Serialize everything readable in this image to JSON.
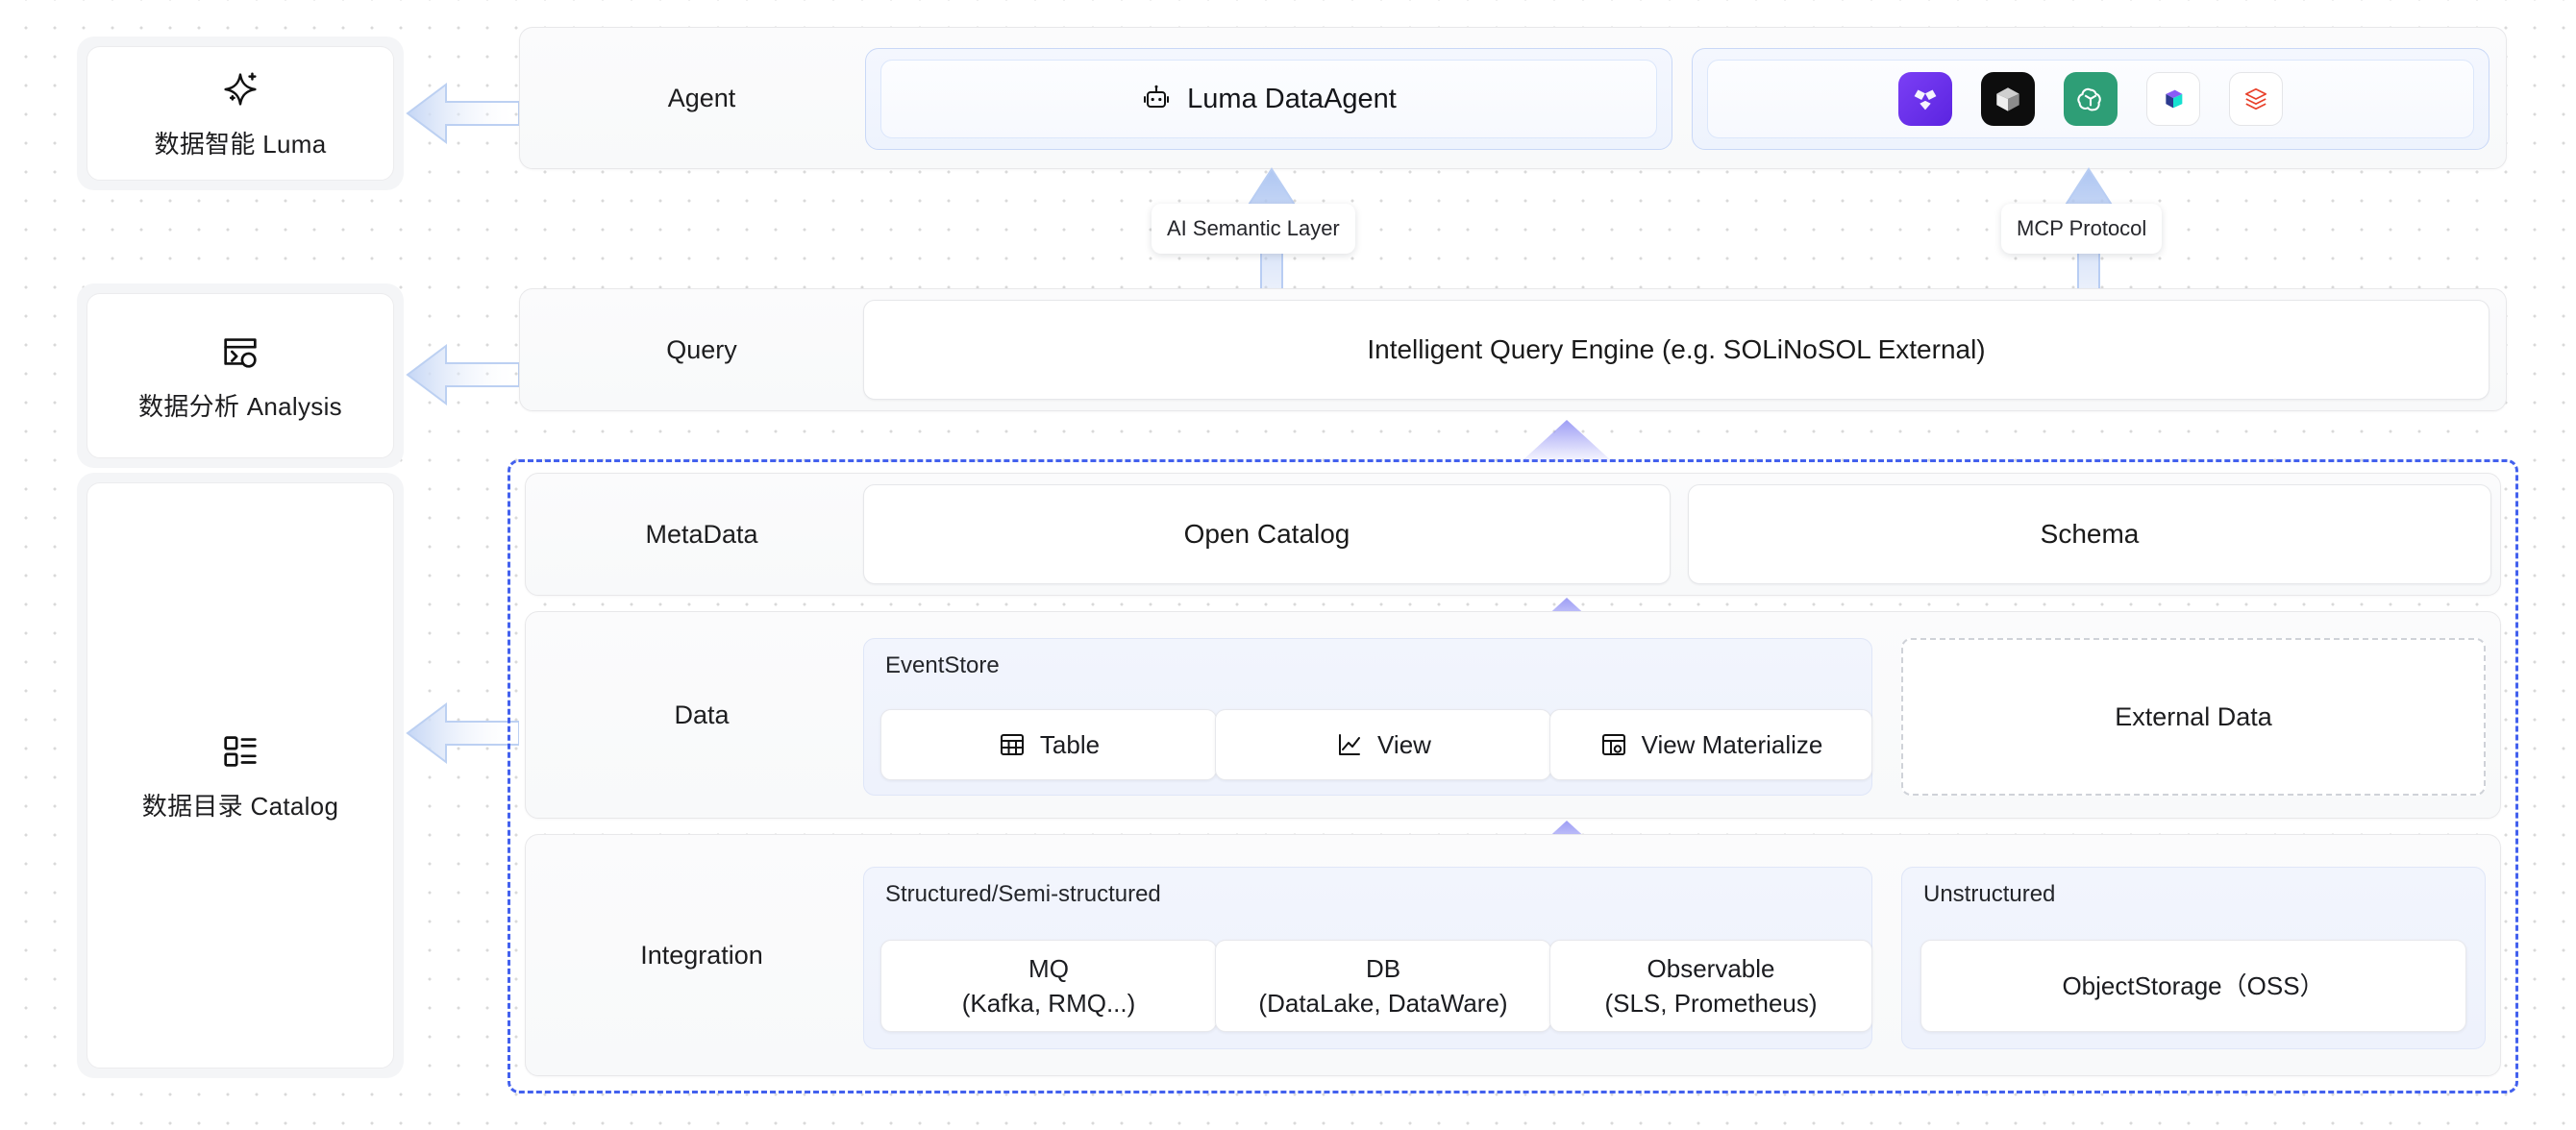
{
  "sidebar": {
    "items": [
      {
        "label": "数据智能 Luma",
        "icon": "sparkle-icon"
      },
      {
        "label": "数据分析 Analysis",
        "icon": "terminal-search-icon"
      },
      {
        "label": "数据目录 Catalog",
        "icon": "list-grid-icon"
      }
    ]
  },
  "rows": {
    "agent": "Agent",
    "query": "Query",
    "metadata": "MetaData",
    "data": "Data",
    "integration": "Integration"
  },
  "agent": {
    "primary": "Luma DataAgent",
    "primary_icon": "robot-icon",
    "logos": [
      {
        "name": "dify-logo",
        "color": "#6a36f0"
      },
      {
        "name": "cursor-logo",
        "color": "#0d0d0d"
      },
      {
        "name": "openai-logo",
        "color": "#2e9e76"
      },
      {
        "name": "coze-logo",
        "color": "#ffffff"
      },
      {
        "name": "databricks-logo",
        "color": "#ffffff"
      }
    ]
  },
  "connectors": {
    "semantic": "AI Semantic Layer",
    "mcp": "MCP Protocol"
  },
  "query": {
    "engine": "Intelligent Query Engine (e.g. SOLiNoSOL External)"
  },
  "metadata": {
    "cards": [
      "Open Catalog",
      "Schema"
    ]
  },
  "data": {
    "eventstore_title": "EventStore",
    "eventstore_items": [
      {
        "label": "Table",
        "icon": "table-icon"
      },
      {
        "label": "View",
        "icon": "chart-view-icon"
      },
      {
        "label": "View Materialize",
        "icon": "view-materialize-icon"
      }
    ],
    "external": "External Data"
  },
  "integration": {
    "structured_title": "Structured/Semi-structured",
    "structured_items": [
      {
        "line1": "MQ",
        "line2": "(Kafka, RMQ...)"
      },
      {
        "line1": "DB",
        "line2": "(DataLake, DataWare)"
      },
      {
        "line1": "Observable",
        "line2": "(SLS, Prometheus)"
      }
    ],
    "unstructured_title": "Unstructured",
    "unstructured_items": [
      {
        "label": "ObjectStorage（OSS）"
      }
    ]
  },
  "colors": {
    "accent_dashed": "#4361ee",
    "arrow_blue": "#aec6f2",
    "panel_blue": "#c9d8f7"
  }
}
